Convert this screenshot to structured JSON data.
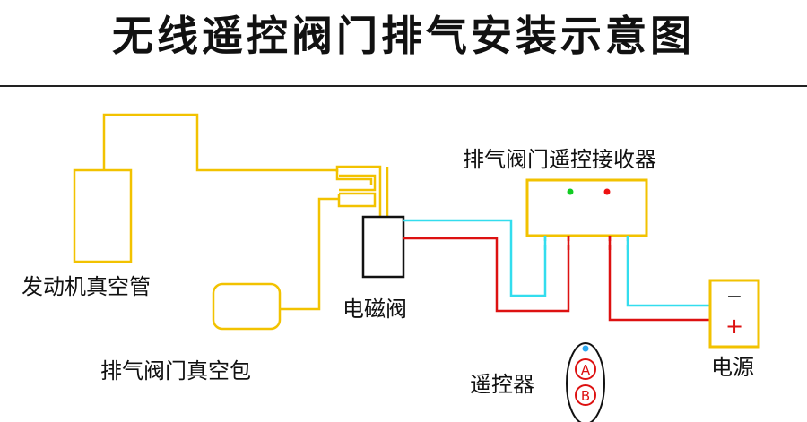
{
  "title": "无线遥控阀门排气安装示意图",
  "labels": {
    "engine_vacuum_tube": "发动机真空管",
    "exhaust_valve_vacuum_bag": "排气阀门真空包",
    "solenoid_valve": "电磁阀",
    "receiver": "排气阀门遥控接收器",
    "remote": "遥控器",
    "power": "电源"
  },
  "power_terminals": {
    "negative": "−",
    "positive": "+"
  },
  "remote_buttons": {
    "a": "A",
    "b": "B"
  },
  "colors": {
    "tube": "#f2c200",
    "wire_cyan": "#33ddee",
    "wire_red": "#dd1111",
    "led_green": "#11cc22",
    "led_red": "#ee1111",
    "remote_indicator": "#2aa8f0"
  }
}
